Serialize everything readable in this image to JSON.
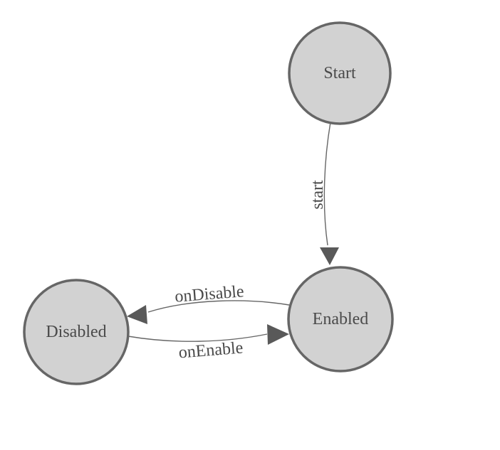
{
  "diagram": {
    "colors": {
      "background": "#ffffff",
      "node_fill": "#d2d2d2",
      "node_border": "#666666",
      "edge_line": "#666666",
      "arrowhead": "#595959",
      "text": "#4a4a4a"
    },
    "nodes": [
      {
        "id": "start",
        "label": "Start"
      },
      {
        "id": "enabled",
        "label": "Enabled"
      },
      {
        "id": "disabled",
        "label": "Disabled"
      }
    ],
    "edges": [
      {
        "from": "start",
        "to": "enabled",
        "label": "start"
      },
      {
        "from": "enabled",
        "to": "disabled",
        "label": "onDisable"
      },
      {
        "from": "disabled",
        "to": "enabled",
        "label": "onEnable"
      }
    ]
  }
}
